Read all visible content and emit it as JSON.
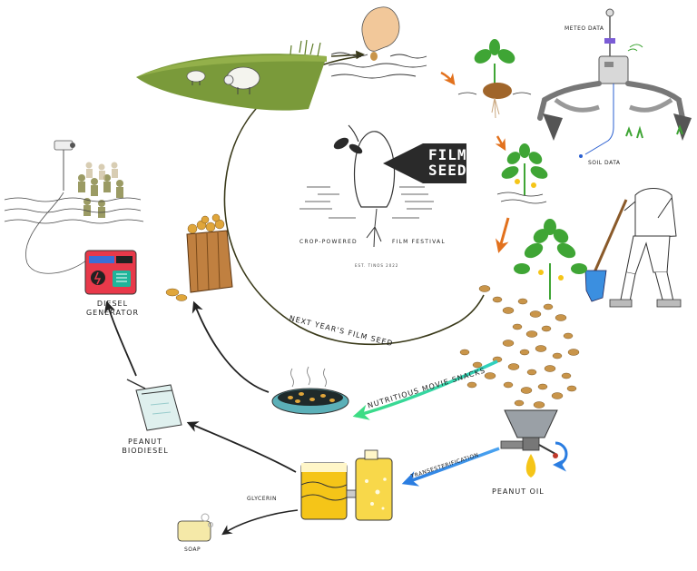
{
  "logo": {
    "line1": "FILM",
    "line2": "SEED"
  },
  "festival": {
    "left": "CROP-POWERED",
    "right": "FILM FESTIVAL",
    "est": "EST. TINOS 2022"
  },
  "labels": {
    "meteo": "METEO DATA",
    "soil": "SOIL DATA",
    "next_year": "NEXT YEAR'S FILM SEED",
    "snacks": "NUTRITIOUS MOVIE SNACKS",
    "transester": "TRANSESTERIFICATION",
    "peanut_oil": "PEANUT OIL",
    "glycerin": "GLYCERIN",
    "soap": "SOAP",
    "biodiesel_1": "PEANUT",
    "biodiesel_2": "BIODIESEL",
    "generator_1": "DIESEL",
    "generator_2": "GENERATOR"
  },
  "colors": {
    "field_green": "#7a9a3a",
    "leaf_green": "#3fa535",
    "peanut": "#c9954a",
    "oil_yellow": "#f5c518",
    "arrow_orange": "#e2711d",
    "arrow_green": "#3ddc84",
    "arrow_blue": "#2a7de1",
    "generator_red": "#e8394a",
    "logo_dark": "#2a2a2a"
  }
}
